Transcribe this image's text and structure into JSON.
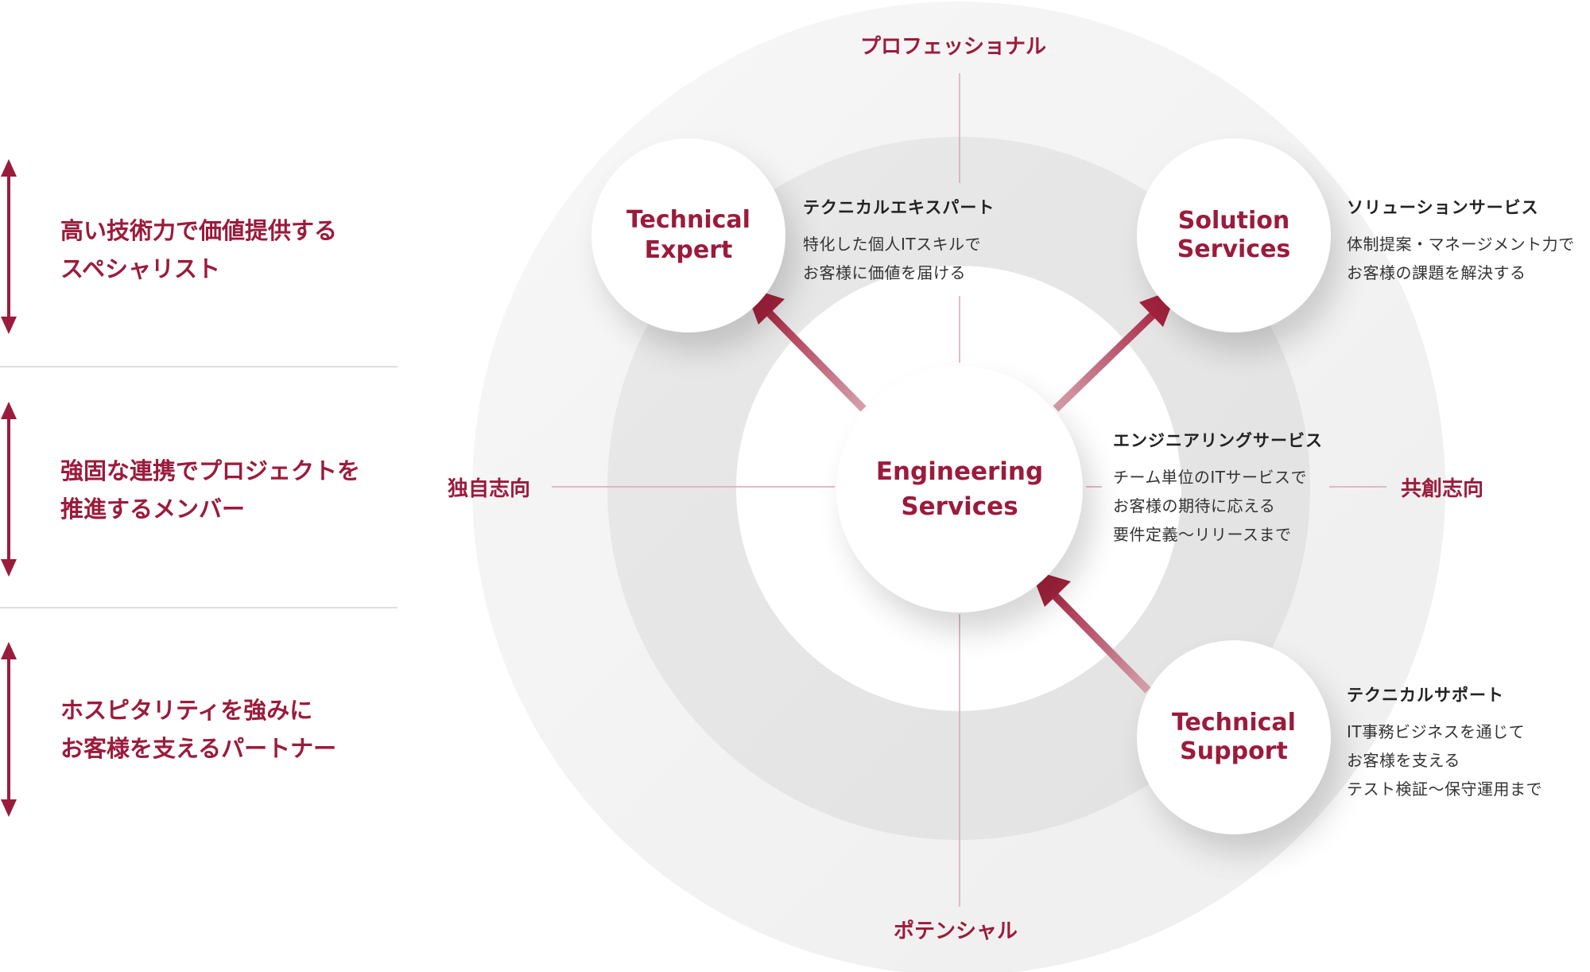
{
  "colors": {
    "accent": "#9b1b3c",
    "outer_ring": "#f4f4f4",
    "middle_ring": "#ebebeb",
    "inner_ring": "#ffffff",
    "axis_line": "#d9a7b3"
  },
  "legend": [
    {
      "lines": [
        "高い技術力で価値提供する",
        "スペシャリスト"
      ]
    },
    {
      "lines": [
        "強固な連携でプロジェクトを",
        "推進するメンバー"
      ]
    },
    {
      "lines": [
        "ホスピタリティを強みに",
        "お客様を支えるパートナー"
      ]
    }
  ],
  "axes": {
    "top": "プロフェッショナル",
    "bottom": "ポテンシャル",
    "left": "独自志向",
    "right": "共創志向"
  },
  "nodes": {
    "center": {
      "title": [
        "Engineering",
        "Services"
      ]
    },
    "top_left": {
      "title": [
        "Technical",
        "Expert"
      ]
    },
    "top_right": {
      "title": [
        "Solution",
        "Services"
      ]
    },
    "bottom_right": {
      "title": [
        "Technical",
        "Support"
      ]
    }
  },
  "descriptions": {
    "technical_expert": {
      "heading": "テクニカルエキスパート",
      "lines": [
        "特化した個人ITスキルで",
        "お客様に価値を届ける"
      ]
    },
    "solution_services": {
      "heading": "ソリューションサービス",
      "lines": [
        "体制提案・マネージメント力で",
        "お客様の課題を解決する"
      ]
    },
    "engineering_services": {
      "heading": "エンジニアリングサービス",
      "lines": [
        "チーム単位のITサービスで",
        "お客様の期待に応える",
        "要件定義〜リリースまで"
      ]
    },
    "technical_support": {
      "heading": "テクニカルサポート",
      "lines": [
        "IT事務ビジネスを通じて",
        "お客様を支える",
        "テスト検証〜保守運用まで"
      ]
    }
  }
}
